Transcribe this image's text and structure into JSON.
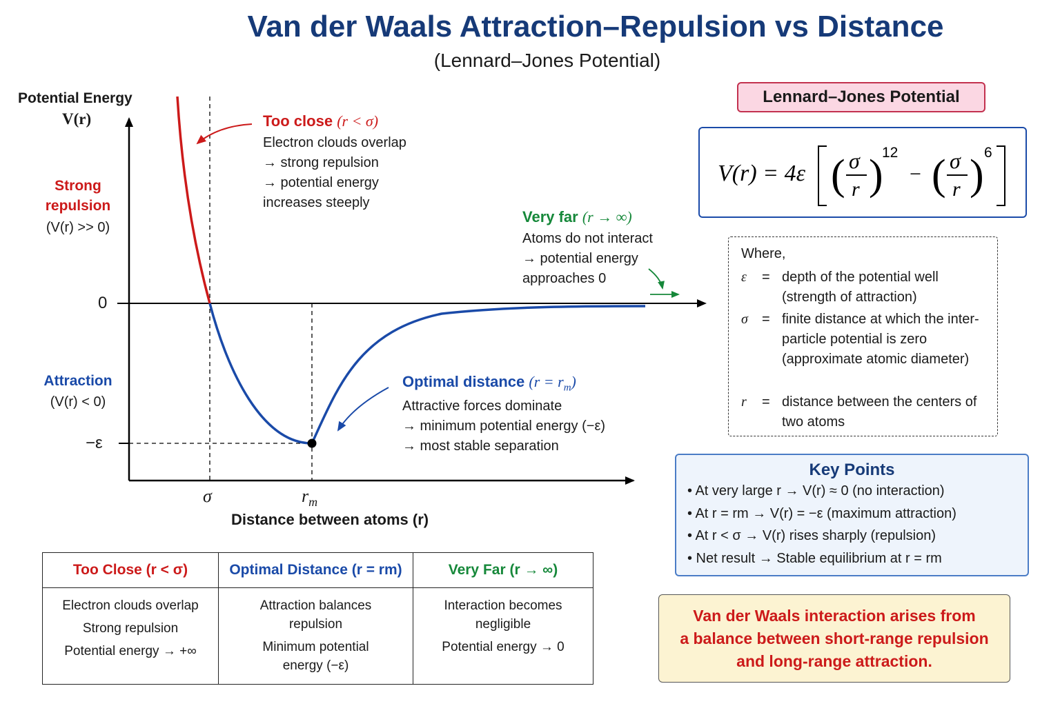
{
  "title": "Van der Waals Attraction–Repulsion vs Distance",
  "subtitle": "(Lennard–Jones Potential)",
  "colors": {
    "title": "#163a78",
    "repulsion": "#cc1a1a",
    "attraction": "#1a4aa8",
    "far": "#16883a"
  },
  "graph": {
    "y_axis_label_1": "Potential Energy",
    "y_axis_label_2": "V(r)",
    "x_axis_label": "Distance between atoms (r)",
    "zero_label": "0",
    "minus_eps_label": "−ε",
    "sigma_label": "σ",
    "rm_label": "r",
    "rm_sub": "m",
    "strong_rep_1": "Strong",
    "strong_rep_2": "repulsion",
    "strong_rep_3": "(V(r) >> 0)",
    "attr_1": "Attraction",
    "attr_2": "(V(r) < 0)"
  },
  "annotations": {
    "too_close": {
      "title": "Too close",
      "cond": "(r < σ)",
      "lines": [
        "Electron clouds overlap",
        "→ strong repulsion",
        "→ potential energy",
        "increases steeply"
      ]
    },
    "very_far": {
      "title": "Very far",
      "cond": "(r → ∞)",
      "lines": [
        "Atoms do not interact",
        "→ potential energy",
        "approaches 0"
      ]
    },
    "optimal": {
      "title": "Optimal distance",
      "cond": "(r = r",
      "cond_sub": "m",
      "cond_end": ")",
      "lines": [
        "Attractive forces dominate",
        "→ minimum potential energy (−ε)",
        "→ most stable separation"
      ]
    }
  },
  "lj_panel": {
    "label": "Lennard–Jones Potential",
    "formula_lhs": "V(r) = 4ε",
    "sigma": "σ",
    "r": "r",
    "minus": "−",
    "exp12": "12",
    "exp6": "6"
  },
  "where": {
    "heading": "Where,",
    "items": [
      {
        "sym": "ε",
        "eq": "=",
        "def": "depth of the potential well (strength of attraction)"
      },
      {
        "sym": "σ",
        "eq": "=",
        "def": "finite distance at which the inter-particle potential is zero (approximate atomic diameter)"
      },
      {
        "sym": "r",
        "eq": "=",
        "def": "distance between the centers of two atoms"
      }
    ]
  },
  "key_points": {
    "title": "Key Points",
    "items": [
      "•  At very large r   →   V(r) ≈ 0 (no interaction)",
      "•  At r = rm   →   V(r) = −ε (maximum attraction)",
      "•  At r < σ   →   V(r) rises sharply (repulsion)",
      "•  Net result  →   Stable equilibrium at r = rm"
    ]
  },
  "conclusion": {
    "lines": [
      "Van der Waals interaction arises from",
      "a balance between short-range repulsion",
      "and long-range attraction."
    ]
  },
  "table": {
    "columns": [
      {
        "head": "Too Close (r < σ)",
        "rows": [
          "Electron clouds overlap",
          "Strong repulsion",
          "Potential energy → +∞"
        ]
      },
      {
        "head": "Optimal Distance (r = rm)",
        "rows": [
          "Attraction balances repulsion",
          "Minimum potential energy (−ε)"
        ]
      },
      {
        "head": "Very Far (r → ∞)",
        "rows": [
          "Interaction becomes negligible",
          "Potential energy → 0"
        ]
      }
    ]
  }
}
